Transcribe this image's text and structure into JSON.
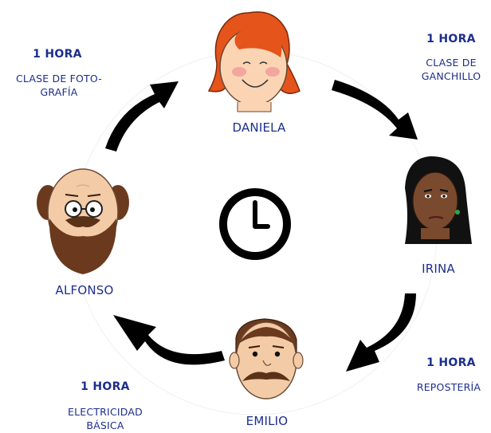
{
  "people": [
    {
      "id": "daniela",
      "name": "DANIELA"
    },
    {
      "id": "irina",
      "name": "IRINA"
    },
    {
      "id": "emilio",
      "name": "EMILIO"
    },
    {
      "id": "alfonso",
      "name": "ALFONSO"
    }
  ],
  "activities": [
    {
      "id": "ganchillo",
      "duration": "1 HORA",
      "lines": [
        "CLASE DE",
        "GANCHILLO"
      ]
    },
    {
      "id": "reposteria",
      "duration": "1 HORA",
      "lines": [
        "REPOSTERÍA"
      ]
    },
    {
      "id": "electricidad",
      "duration": "1 HORA",
      "lines": [
        "ELECTRICIDAD",
        "BÁSICA"
      ]
    },
    {
      "id": "fotografia",
      "duration": "1 HORA",
      "lines": [
        "CLASE DE FOTO-",
        "GRAFÍA"
      ]
    }
  ],
  "center_icon": "clock-icon",
  "colors": {
    "text": "#1d2e8c",
    "arrow": "#000000"
  }
}
